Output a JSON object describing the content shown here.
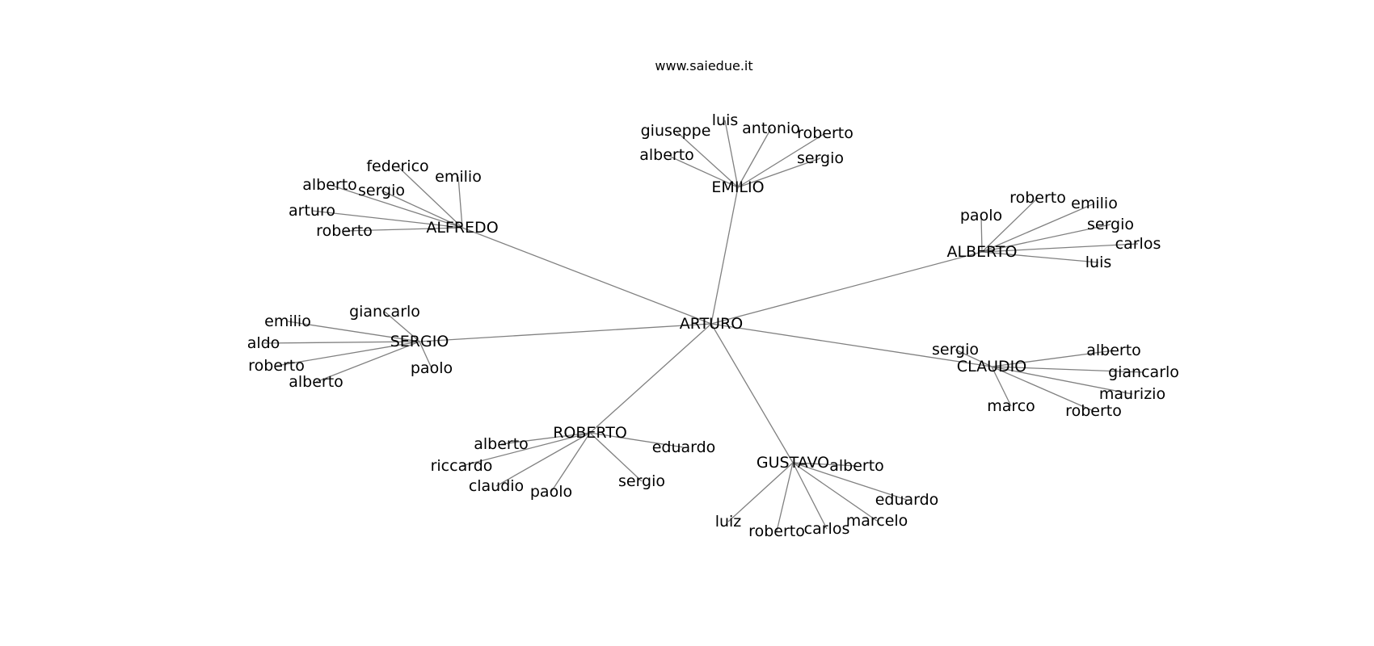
{
  "title": "www.saiedue.it",
  "edge_color": "#808080",
  "text_color": "#000000",
  "root": "ARTURO",
  "groups": [
    {
      "hub": "EMILIO",
      "leaves": [
        "giuseppe",
        "luis",
        "antonio",
        "roberto",
        "alberto",
        "sergio"
      ]
    },
    {
      "hub": "ALFREDO",
      "leaves": [
        "federico",
        "emilio",
        "alberto",
        "sergio",
        "arturo",
        "roberto"
      ]
    },
    {
      "hub": "ALBERTO",
      "leaves": [
        "paolo",
        "roberto",
        "emilio",
        "sergio",
        "carlos",
        "luis"
      ]
    },
    {
      "hub": "SERGIO",
      "leaves": [
        "giancarlo",
        "emilio",
        "aldo",
        "roberto",
        "alberto",
        "paolo"
      ]
    },
    {
      "hub": "CLAUDIO",
      "leaves": [
        "sergio",
        "alberto",
        "giancarlo",
        "maurizio",
        "roberto",
        "marco"
      ]
    },
    {
      "hub": "ROBERTO",
      "leaves": [
        "alberto",
        "eduardo",
        "riccardo",
        "claudio",
        "paolo",
        "sergio"
      ]
    },
    {
      "hub": "GUSTAVO",
      "leaves": [
        "alberto",
        "eduardo",
        "marcelo",
        "carlos",
        "roberto",
        "luiz"
      ]
    }
  ]
}
